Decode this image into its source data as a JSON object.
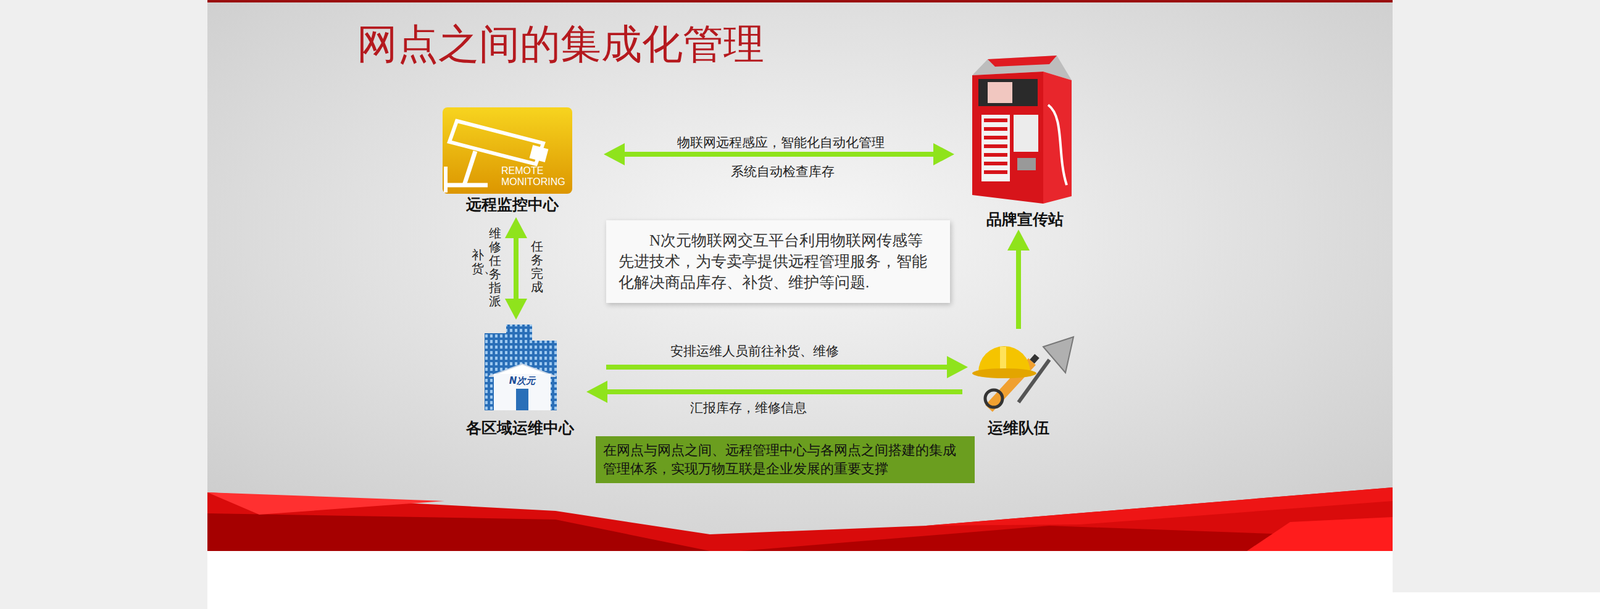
{
  "diagram": {
    "title": "网点之间的集成化管理",
    "nodes": [
      {
        "text": [
          "REMOTE MONITORING",
          "远程监控中心"
        ]
      },
      {
        "text": [
          "品牌宣传站"
        ]
      },
      {
        "text": [
          "N次元物联网交互平台利用物联网传感等先进技术，为专卖亭提供远程管理服务，智能化解决商品库存、补货、维护等问题."
        ]
      },
      {
        "text": [
          "各区域运维中心"
        ]
      },
      {
        "text": [
          "运维队伍"
        ]
      },
      {
        "text": [
          "在网点与网点之间、远程管理中心与各网点之间搭建的集成管理体系，实现万物互联是企业发展的重要支撑"
        ]
      }
    ],
    "edges": [
      {
        "from": 0,
        "to": 1,
        "arrow": "both",
        "label": "物联网远程感应，智能化自动化管理"
      },
      {
        "from": 0,
        "to": 3,
        "arrow": "both",
        "label": "任务完成"
      },
      {
        "from": 3,
        "to": 4,
        "arrow": "to",
        "label": "安排运维人员前往补货、维修"
      },
      {
        "from": 4,
        "to": 3,
        "arrow": "to",
        "label": "汇报库存，维修信息"
      },
      {
        "from": 4,
        "to": 1,
        "arrow": "to"
      }
    ],
    "labels": [
      "系统自动检查库存",
      "维修任务指派",
      "补货、",
      "N次元"
    ]
  }
}
